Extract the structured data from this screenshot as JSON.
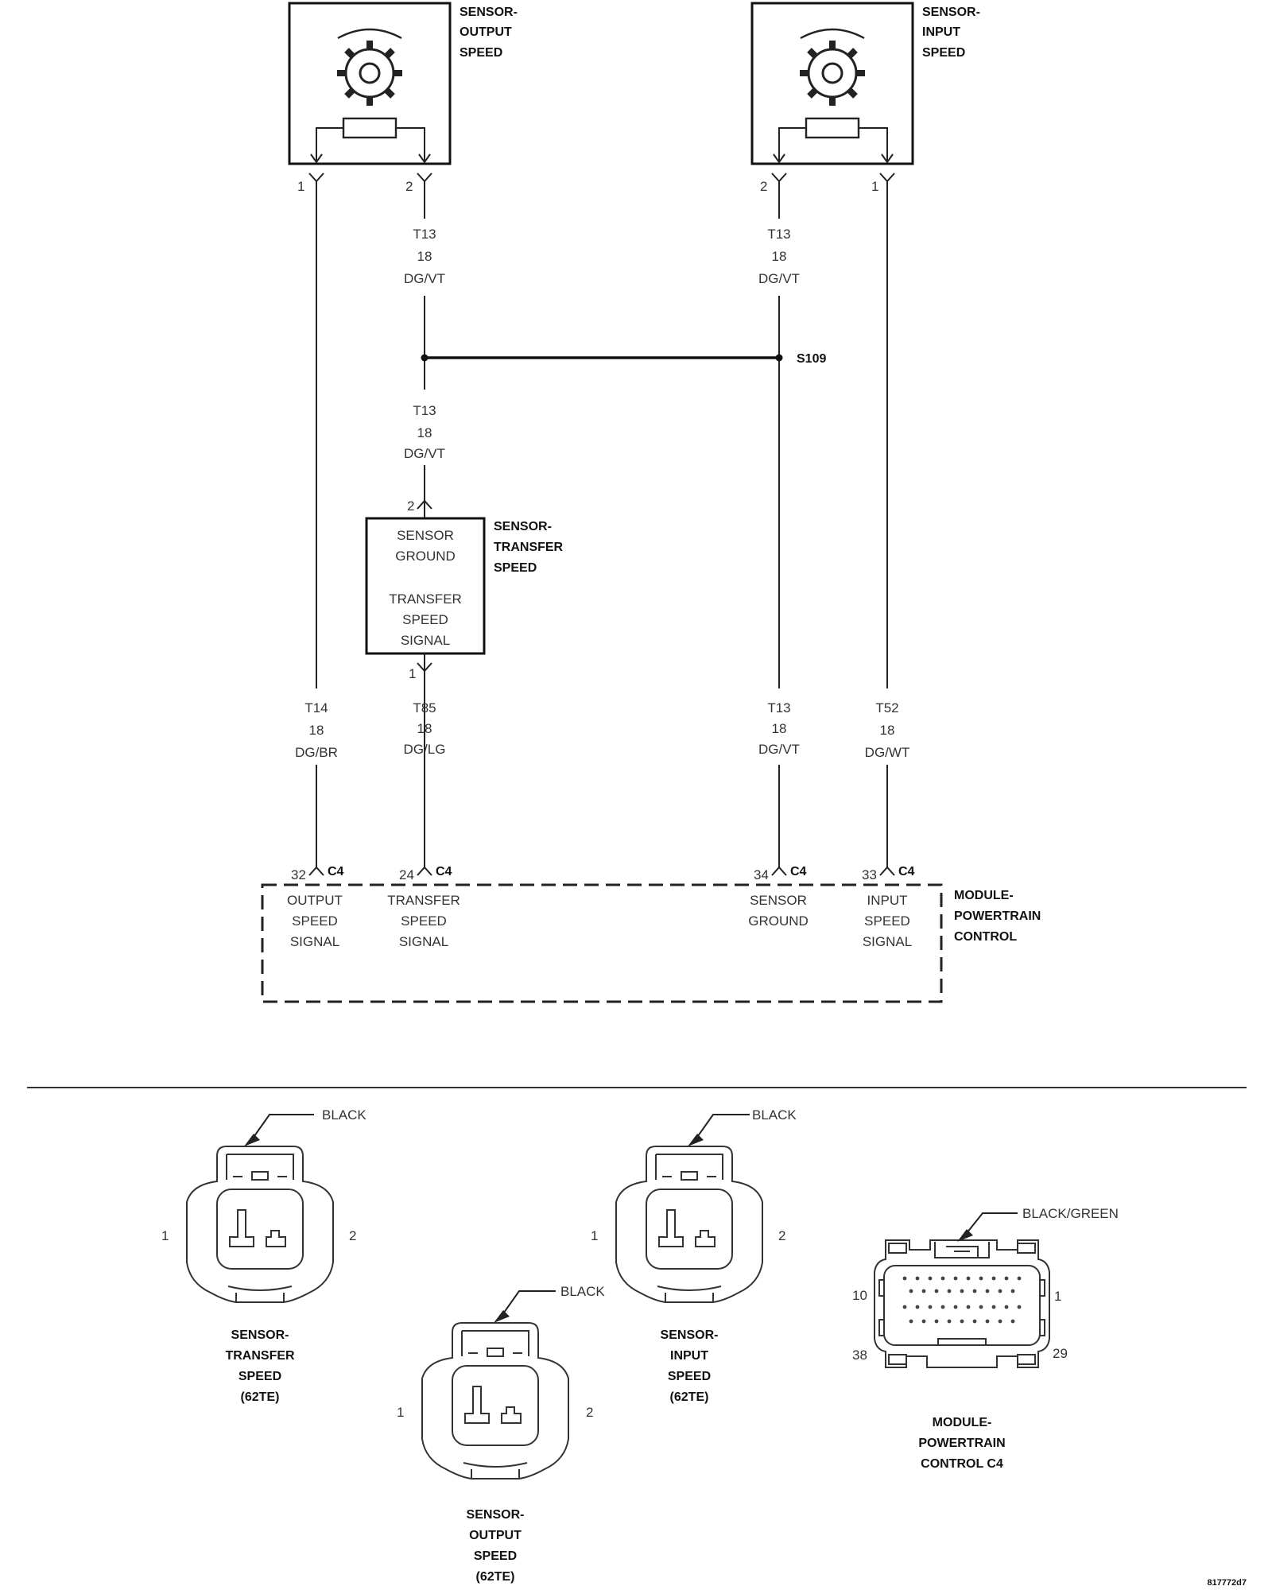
{
  "sensors": {
    "output_speed": {
      "line1": "SENSOR-",
      "line2": "OUTPUT",
      "line3": "SPEED",
      "pin_a": "1",
      "pin_b": "2"
    },
    "input_speed": {
      "line1": "SENSOR-",
      "line2": "INPUT",
      "line3": "SPEED",
      "pin_a": "2",
      "pin_b": "1"
    },
    "transfer_speed": {
      "line1": "SENSOR-",
      "line2": "TRANSFER",
      "line3": "SPEED",
      "inner1": "SENSOR",
      "inner2": "GROUND",
      "inner3": "TRANSFER",
      "inner4": "SPEED",
      "inner5": "SIGNAL",
      "pin_top": "2",
      "pin_bottom": "1"
    }
  },
  "wires": {
    "t13_a": {
      "circuit": "T13",
      "gauge": "18",
      "color": "DG/VT"
    },
    "t13_b": {
      "circuit": "T13",
      "gauge": "18",
      "color": "DG/VT"
    },
    "t13_c": {
      "circuit": "T13",
      "gauge": "18",
      "color": "DG/VT"
    },
    "t14": {
      "circuit": "T14",
      "gauge": "18",
      "color": "DG/BR"
    },
    "t85": {
      "circuit": "T85",
      "gauge": "18",
      "color": "DG/LG"
    },
    "t13_d": {
      "circuit": "T13",
      "gauge": "18",
      "color": "DG/VT"
    },
    "t52": {
      "circuit": "T52",
      "gauge": "18",
      "color": "DG/WT"
    }
  },
  "splice": {
    "label": "S109"
  },
  "pcm": {
    "line1": "MODULE-",
    "line2": "POWERTRAIN",
    "line3": "CONTROL",
    "connector": "C4",
    "pins": {
      "p32": {
        "num": "32",
        "l1": "OUTPUT",
        "l2": "SPEED",
        "l3": "SIGNAL"
      },
      "p24": {
        "num": "24",
        "l1": "TRANSFER",
        "l2": "SPEED",
        "l3": "SIGNAL"
      },
      "p34": {
        "num": "34",
        "l1": "SENSOR",
        "l2": "GROUND"
      },
      "p33": {
        "num": "33",
        "l1": "INPUT",
        "l2": "SPEED",
        "l3": "SIGNAL"
      }
    }
  },
  "connectors": {
    "transfer": {
      "color": "BLACK",
      "pin1": "1",
      "pin2": "2",
      "l1": "SENSOR-",
      "l2": "TRANSFER",
      "l3": "SPEED",
      "l4": "(62TE)"
    },
    "output": {
      "color": "BLACK",
      "pin1": "1",
      "pin2": "2",
      "l1": "SENSOR-",
      "l2": "OUTPUT",
      "l3": "SPEED",
      "l4": "(62TE)"
    },
    "input": {
      "color": "BLACK",
      "pin1": "1",
      "pin2": "2",
      "l1": "SENSOR-",
      "l2": "INPUT",
      "l3": "SPEED",
      "l4": "(62TE)"
    },
    "pcm_c4": {
      "color": "BLACK/GREEN",
      "pin_tl": "10",
      "pin_tr": "1",
      "pin_bl": "38",
      "pin_br": "29",
      "l1": "MODULE-",
      "l2": "POWERTRAIN",
      "l3": "CONTROL C4"
    }
  },
  "figure_id": "817772d7"
}
